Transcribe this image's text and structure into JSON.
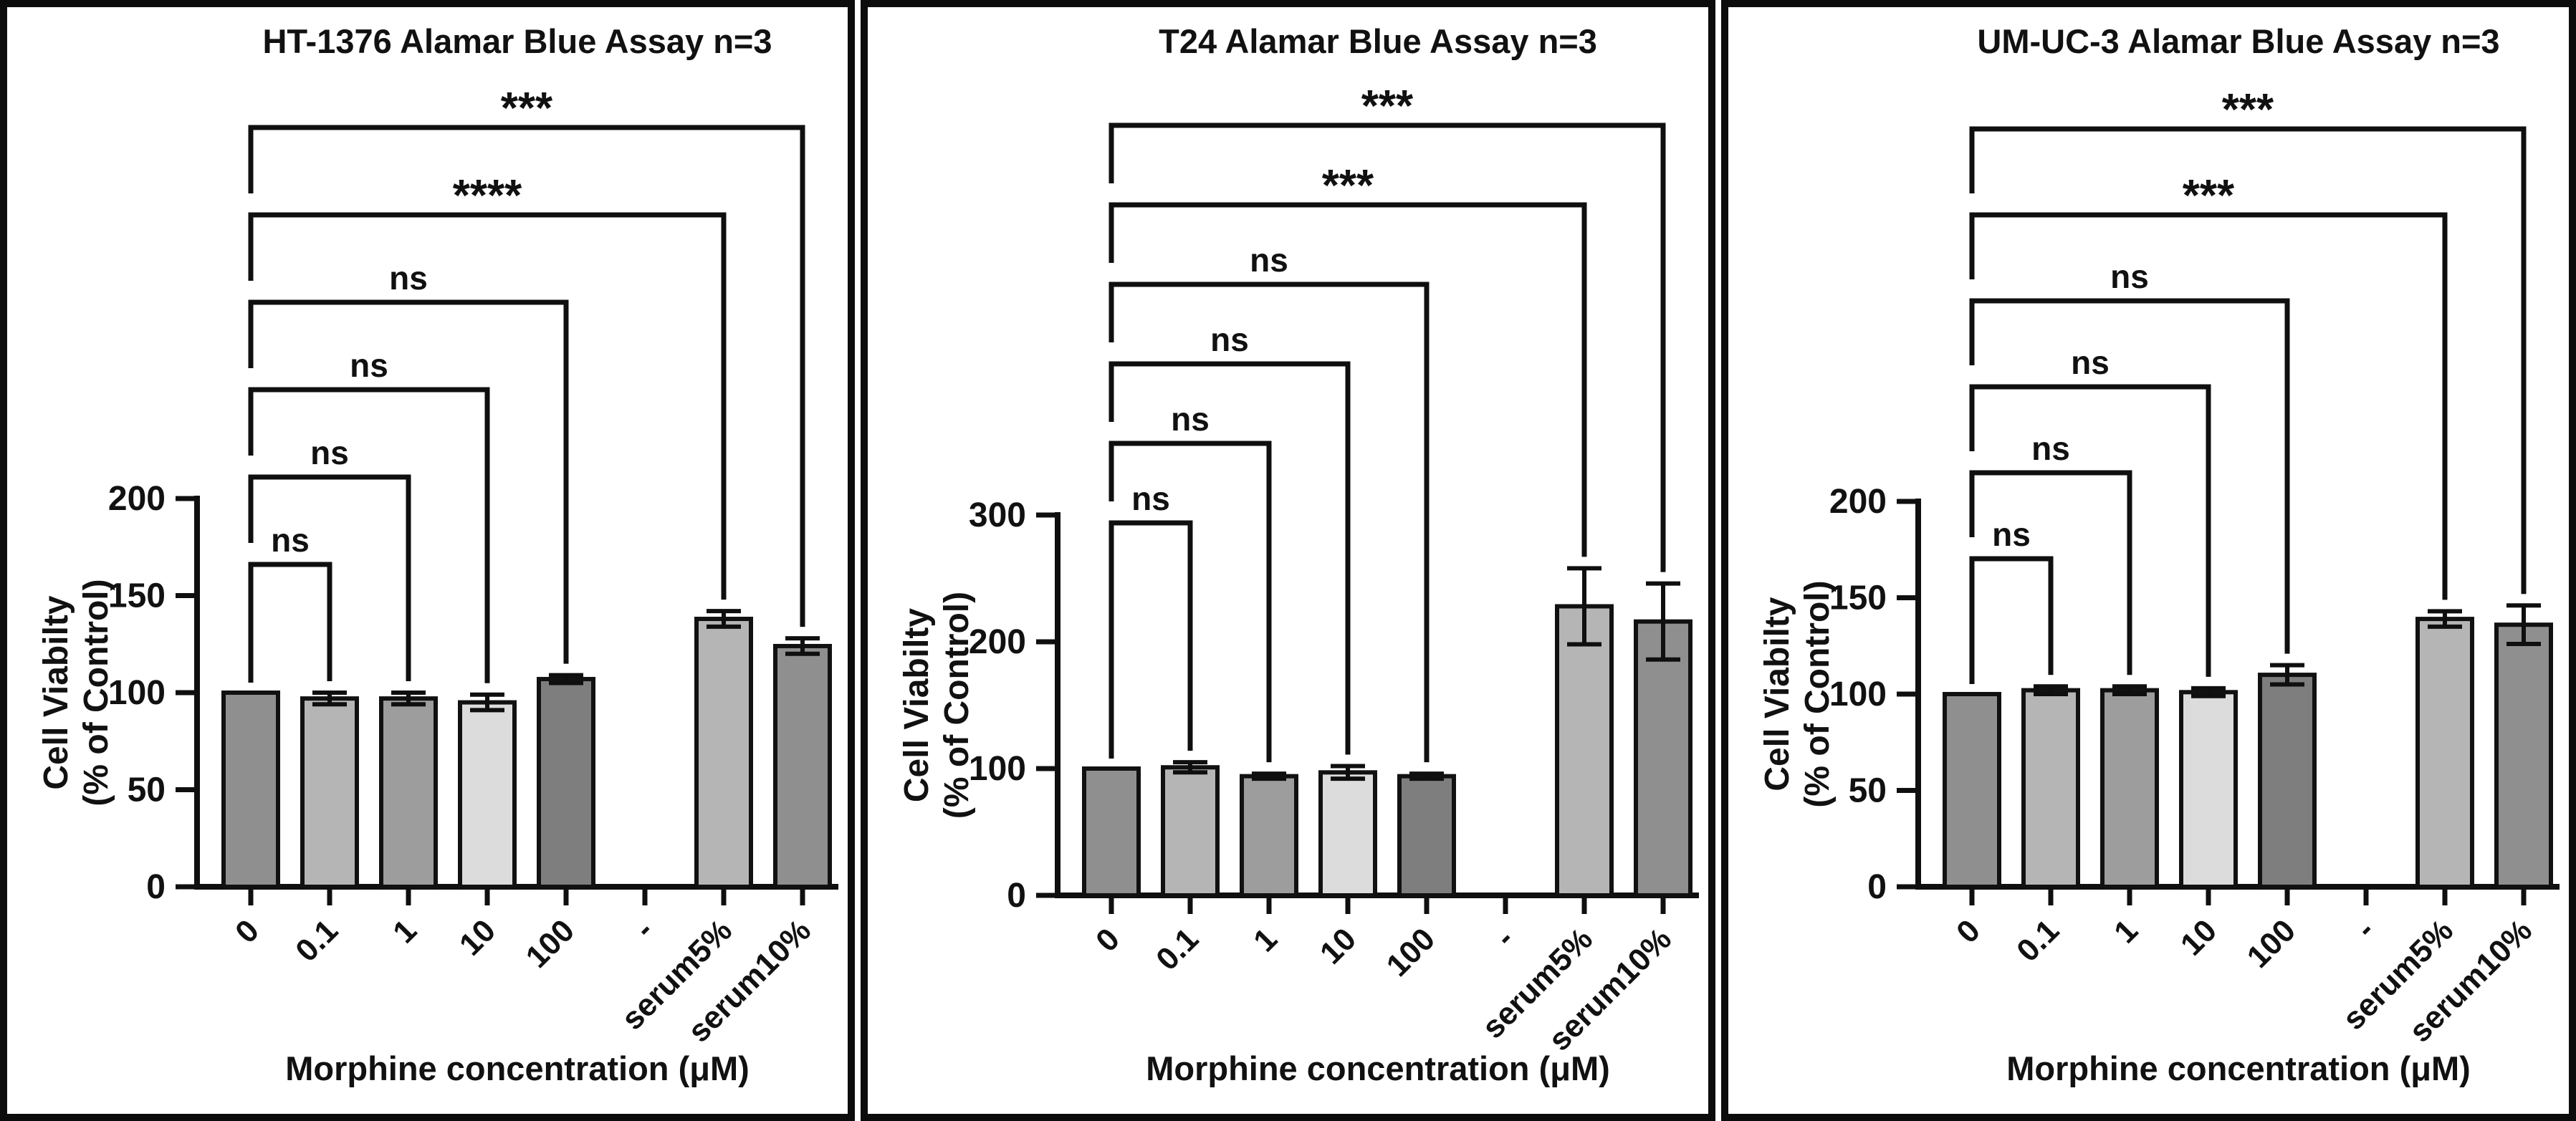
{
  "figure": {
    "description_labels": {
      "ns_label": "ns",
      "sig3_label": "***",
      "sig4_label": "****"
    },
    "ink_color": "#0f0f0f",
    "background_color": "#ffffff"
  },
  "chart_data": [
    {
      "type": "bar",
      "title": "HT-1376 Alamar Blue Assay n=3",
      "xlabel": "Morphine concentration (μM)",
      "ylabel_lines": [
        "Cell Viabilty",
        "(% of Control)"
      ],
      "categories": [
        "0",
        "0.1",
        "1",
        "10",
        "100",
        "-",
        "serum5%",
        "serum10%"
      ],
      "values": [
        100,
        97,
        97,
        95,
        107,
        null,
        138,
        124
      ],
      "errors": [
        0,
        3,
        3,
        4,
        2,
        null,
        4,
        4
      ],
      "bar_colors": [
        "#8f8f8f",
        "#b5b5b5",
        "#9d9d9d",
        "#dcdcdc",
        "#7e7e7e",
        null,
        "#b5b5b5",
        "#8f8f8f"
      ],
      "yticks": [
        0,
        50,
        100,
        150,
        200
      ],
      "ylim": [
        0,
        200
      ],
      "grid": false,
      "legend": null,
      "comparisons": [
        {
          "from": "0",
          "to": "0.1",
          "label": "ns"
        },
        {
          "from": "0",
          "to": "1",
          "label": "ns"
        },
        {
          "from": "0",
          "to": "10",
          "label": "ns"
        },
        {
          "from": "0",
          "to": "100",
          "label": "ns"
        },
        {
          "from": "0",
          "to": "serum5%",
          "label": "****"
        },
        {
          "from": "0",
          "to": "serum10%",
          "label": "***"
        }
      ],
      "layout": {
        "baseline_y": 1228,
        "axis_top_y": 686,
        "bracket_innermost_y": 778,
        "bracket_step": 122
      }
    },
    {
      "type": "bar",
      "title": "T24 Alamar Blue Assay n=3",
      "xlabel": "Morphine concentration (μM)",
      "ylabel_lines": [
        "Cell Viabilty",
        "(% of Control)"
      ],
      "categories": [
        "0",
        "0.1",
        "1",
        "10",
        "100",
        "-",
        "serum5%",
        "serum10%"
      ],
      "values": [
        100,
        101,
        94,
        97,
        94,
        null,
        228,
        216
      ],
      "errors": [
        0,
        4,
        2,
        5,
        2,
        null,
        30,
        30
      ],
      "bar_colors": [
        "#8f8f8f",
        "#b5b5b5",
        "#9d9d9d",
        "#dcdcdc",
        "#7e7e7e",
        null,
        "#b5b5b5",
        "#8f8f8f"
      ],
      "yticks": [
        0,
        100,
        200,
        300
      ],
      "ylim": [
        0,
        300
      ],
      "grid": false,
      "legend": null,
      "comparisons": [
        {
          "from": "0",
          "to": "0.1",
          "label": "ns"
        },
        {
          "from": "0",
          "to": "1",
          "label": "ns"
        },
        {
          "from": "0",
          "to": "10",
          "label": "ns"
        },
        {
          "from": "0",
          "to": "100",
          "label": "ns"
        },
        {
          "from": "0",
          "to": "serum5%",
          "label": "***"
        },
        {
          "from": "0",
          "to": "serum10%",
          "label": "***"
        }
      ],
      "layout": {
        "baseline_y": 1240,
        "axis_top_y": 709,
        "bracket_innermost_y": 720,
        "bracket_step": 111
      }
    },
    {
      "type": "bar",
      "title": "UM-UC-3 Alamar Blue Assay n=3",
      "xlabel": "Morphine concentration (μM)",
      "ylabel_lines": [
        "Cell Viabilty",
        "(% of Control)"
      ],
      "categories": [
        "0",
        "0.1",
        "1",
        "10",
        "100",
        "-",
        "serum5%",
        "serum10%"
      ],
      "values": [
        100,
        102,
        102,
        101,
        110,
        null,
        139,
        136
      ],
      "errors": [
        0,
        2,
        2,
        2,
        5,
        null,
        4,
        10
      ],
      "bar_colors": [
        "#8f8f8f",
        "#b5b5b5",
        "#9d9d9d",
        "#dcdcdc",
        "#7e7e7e",
        null,
        "#b5b5b5",
        "#8f8f8f"
      ],
      "yticks": [
        0,
        50,
        100,
        150,
        200
      ],
      "ylim": [
        0,
        200
      ],
      "grid": false,
      "legend": null,
      "comparisons": [
        {
          "from": "0",
          "to": "0.1",
          "label": "ns"
        },
        {
          "from": "0",
          "to": "1",
          "label": "ns"
        },
        {
          "from": "0",
          "to": "10",
          "label": "ns"
        },
        {
          "from": "0",
          "to": "100",
          "label": "ns"
        },
        {
          "from": "0",
          "to": "serum5%",
          "label": "***"
        },
        {
          "from": "0",
          "to": "serum10%",
          "label": "***"
        }
      ],
      "layout": {
        "baseline_y": 1228,
        "axis_top_y": 690,
        "bracket_innermost_y": 770,
        "bracket_step": 120
      }
    }
  ]
}
